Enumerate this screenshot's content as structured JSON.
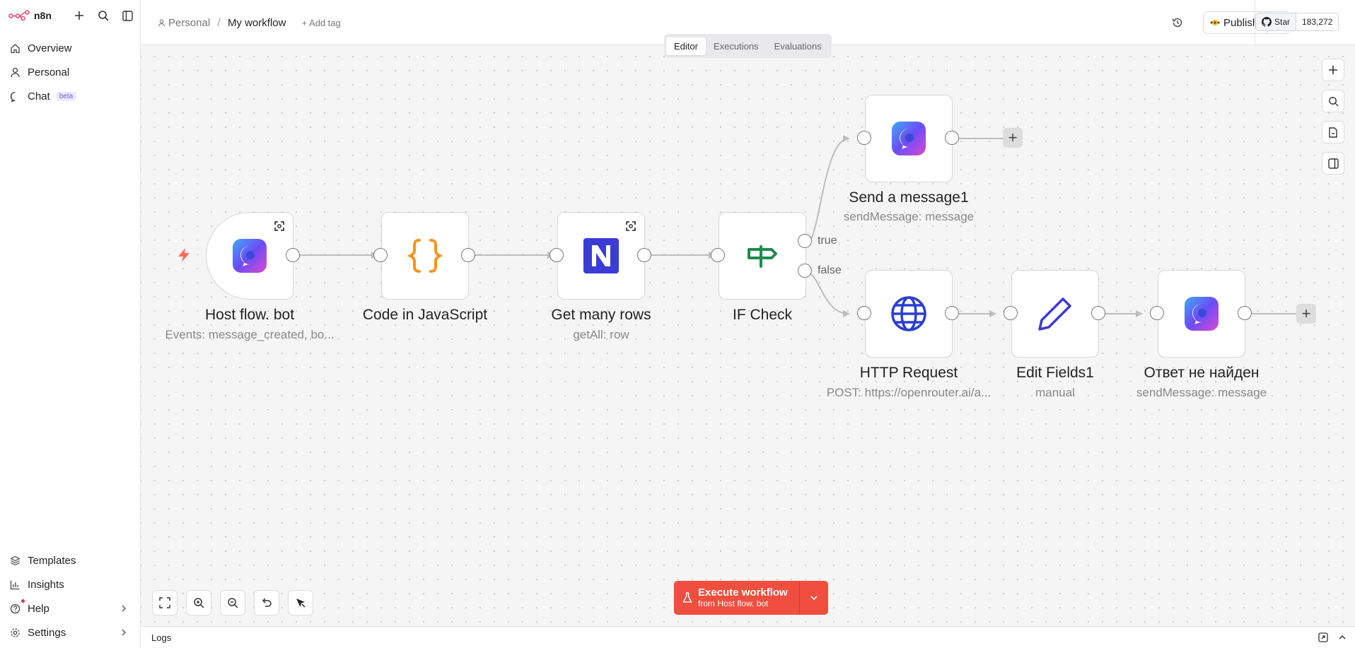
{
  "app": {
    "name": "n8n"
  },
  "sidebar": {
    "items": [
      {
        "label": "Overview",
        "icon": "home-icon"
      },
      {
        "label": "Personal",
        "icon": "user-icon"
      },
      {
        "label": "Chat",
        "icon": "chat-icon",
        "badge": "beta"
      }
    ],
    "bottom_items": [
      {
        "label": "Templates",
        "icon": "templates-icon"
      },
      {
        "label": "Insights",
        "icon": "insights-icon"
      },
      {
        "label": "Help",
        "icon": "help-icon"
      },
      {
        "label": "Settings",
        "icon": "settings-icon"
      }
    ]
  },
  "header": {
    "project": "Personal",
    "workflow_name": "My workflow",
    "add_tag": "+ Add tag",
    "publish_label": "Publish",
    "github_star": "Star",
    "github_count": "183,272"
  },
  "view_tabs": [
    "Editor",
    "Executions",
    "Evaluations"
  ],
  "active_tab": "Editor",
  "nodes": [
    {
      "id": "host",
      "title": "Host flow. bot",
      "subtitle": "Events: message_created, bo...",
      "icon": "chat-bubble-icon"
    },
    {
      "id": "code",
      "title": "Code in JavaScript",
      "subtitle": "",
      "icon": "code-braces-icon"
    },
    {
      "id": "notion",
      "title": "Get many rows",
      "subtitle": "getAll: row",
      "icon": "notion-n-icon"
    },
    {
      "id": "if",
      "title": "IF Check",
      "subtitle": "",
      "icon": "signpost-icon"
    },
    {
      "id": "send",
      "title": "Send a message1",
      "subtitle": "sendMessage: message",
      "icon": "chat-bubble-icon"
    },
    {
      "id": "http",
      "title": "HTTP Request",
      "subtitle": "POST: https://openrouter.ai/a...",
      "icon": "globe-icon"
    },
    {
      "id": "edit",
      "title": "Edit Fields1",
      "subtitle": "manual",
      "icon": "pencil-icon"
    },
    {
      "id": "answer",
      "title": "Ответ не найден",
      "subtitle": "sendMessage: message",
      "icon": "chat-bubble-icon"
    }
  ],
  "branch_labels": {
    "true": "true",
    "false": "false"
  },
  "execute": {
    "label": "Execute workflow",
    "sublabel": "from Host flow. bot"
  },
  "logs": {
    "label": "Logs"
  },
  "colors": {
    "accent": "#f04e3e",
    "edge": "#bdbdbd",
    "code": "#f7931e",
    "notion": "#3b3bd6",
    "if": "#1f8a4c",
    "http": "#2b3fd1",
    "edit": "#3b3bd6"
  }
}
